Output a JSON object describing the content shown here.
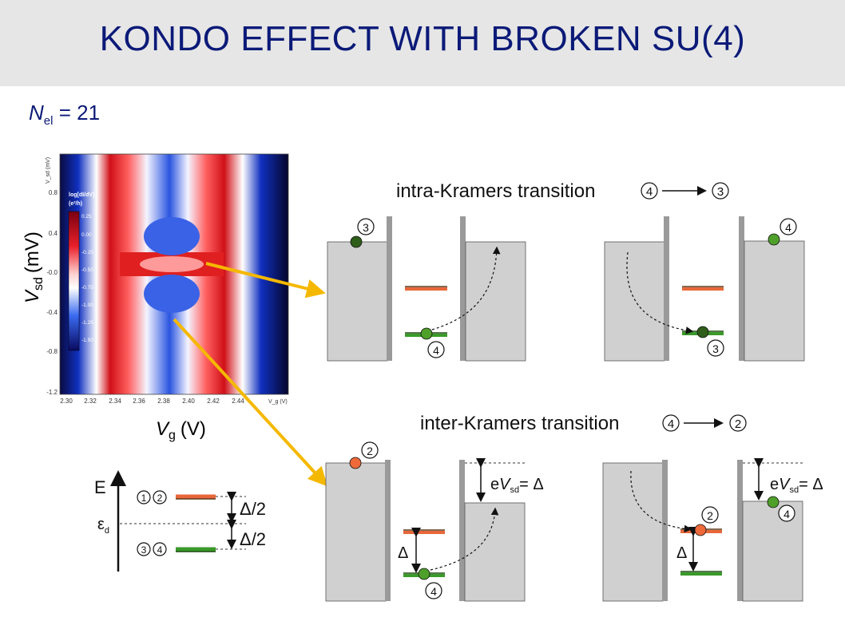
{
  "slide": {
    "title": "KONDO EFFECT WITH BROKEN SU(4)",
    "nel_symbol": "N",
    "nel_subscript": "el",
    "nel_value": "= 21"
  },
  "colormap_plot": {
    "ylabel_main": "V",
    "ylabel_sub": "sd",
    "ylabel_unit": "(mV)",
    "xlabel_main": "V",
    "xlabel_sub": "g",
    "xlabel_unit": "(V)",
    "inner_y_axis_label": "V_sd (mV)",
    "inner_x_axis_label": "V_g (V)",
    "y_ticks": [
      "0.8",
      "0.4",
      "-0.0",
      "-0.4",
      "-0.8",
      "-1.2"
    ],
    "x_ticks": [
      "2.30",
      "2.32",
      "2.34",
      "2.36",
      "2.38",
      "2.40",
      "2.42",
      "2.44"
    ],
    "colorbar_title": "log[dI/dV]",
    "colorbar_unit": "(e²/h)",
    "colorbar_ticks": [
      "0.25",
      "0.00",
      "-0.25",
      "-0.50",
      "-0.75",
      "-1.00",
      "-1.25",
      "-1.50"
    ]
  },
  "energy_diagram": {
    "axis_label": "E",
    "epsilon_label": "ε",
    "epsilon_sub": "d",
    "upper_states": [
      "1",
      "2"
    ],
    "lower_states": [
      "3",
      "4"
    ],
    "upper_gap": "Δ/2",
    "lower_gap": "Δ/2",
    "upper_color": "#e8673a",
    "lower_color": "#3a9a2a"
  },
  "intra": {
    "heading": "intra-Kramers transition",
    "from_state": "4",
    "to_state": "3",
    "left_panel": {
      "top_dot_label": "3",
      "level_dot_label": "4"
    },
    "right_panel": {
      "top_dot_label": "4",
      "level_dot_label": "3"
    }
  },
  "inter": {
    "heading": "inter-Kramers transition",
    "from_state": "4",
    "to_state": "2",
    "left_panel": {
      "top_dot_label": "2",
      "level_dot_label": "4",
      "delta": "Δ",
      "bias_prefix": "e",
      "bias_var": "V",
      "bias_sub": "sd",
      "bias_eq": "= Δ"
    },
    "right_panel": {
      "level_dot_label": "2",
      "top_dot_label": "4",
      "delta": "Δ",
      "bias_prefix": "e",
      "bias_var": "V",
      "bias_sub": "sd",
      "bias_eq": "= Δ"
    }
  },
  "colors": {
    "title": "#0b1a78",
    "header_bg": "#e6e6e6",
    "arrow": "#f5b800",
    "lead_fill": "#d0d0d0",
    "barrier": "#9a9a9a",
    "dot_green": "#4fa02a",
    "dot_dark_green": "#2e5e1a",
    "dot_orange": "#ef6a3a"
  }
}
